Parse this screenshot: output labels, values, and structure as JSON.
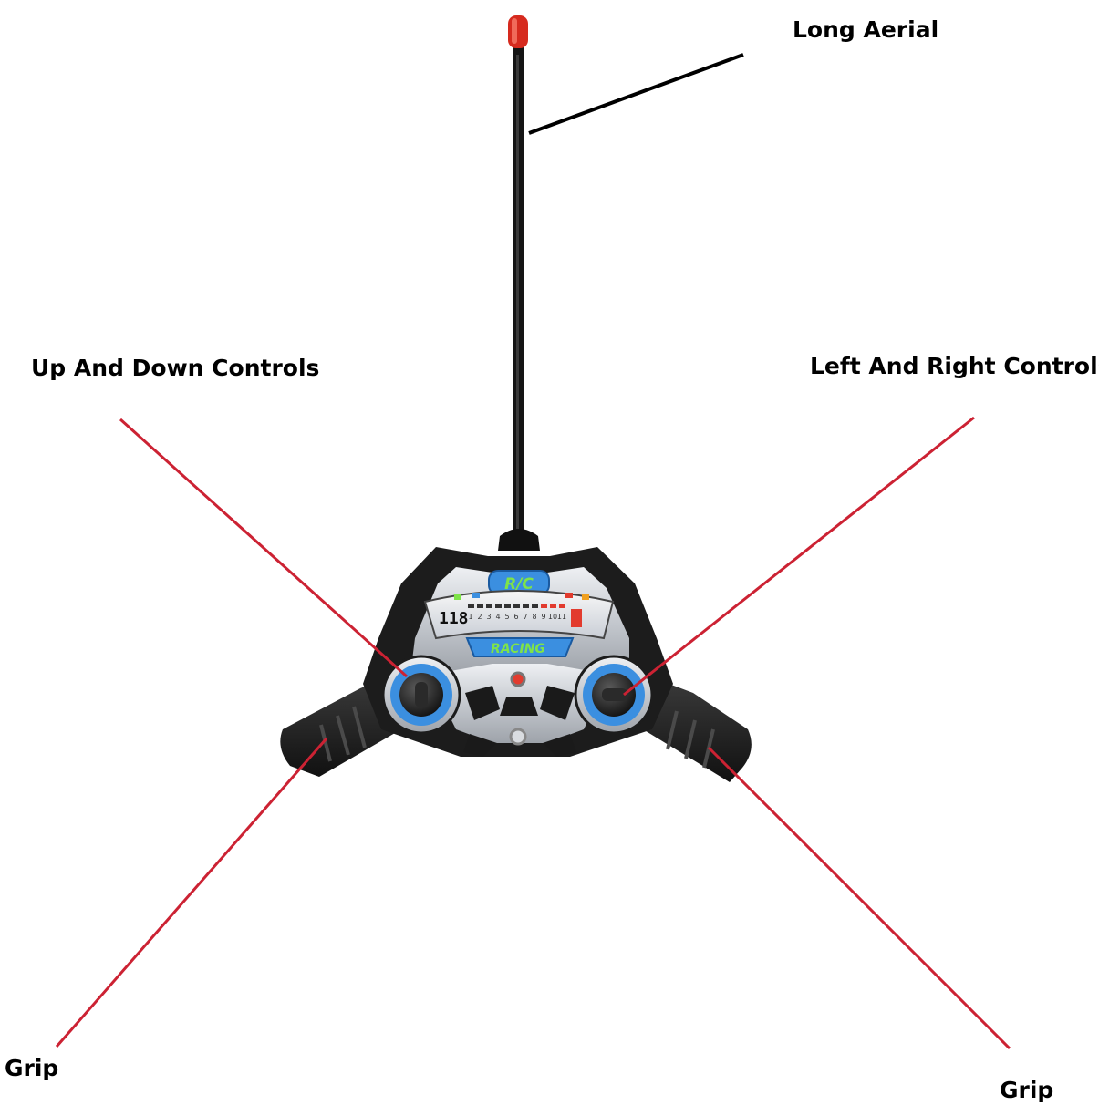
{
  "diagram": {
    "callouts": {
      "aerial": "Long Aerial",
      "up_down": "Up And Down Controls",
      "left_right": "Left And Right Controls",
      "grip_left": "Grip",
      "grip_right": "Grip"
    },
    "device_text": {
      "badge": "R/C",
      "brand": "RACING",
      "gauge_number": "118",
      "gauge_ticks": [
        "1",
        "2",
        "3",
        "4",
        "5",
        "6",
        "7",
        "8",
        "9",
        "10",
        "11"
      ]
    },
    "colors": {
      "leader_aerial": "#000000",
      "leader_controls": "#cc2233",
      "body_dark": "#1c1c1c",
      "body_silver": "#c9ccd1",
      "ring_blue": "#3b8fe0",
      "brand_green": "#7fe34a",
      "aerial_tip": "#d62a1e"
    }
  }
}
